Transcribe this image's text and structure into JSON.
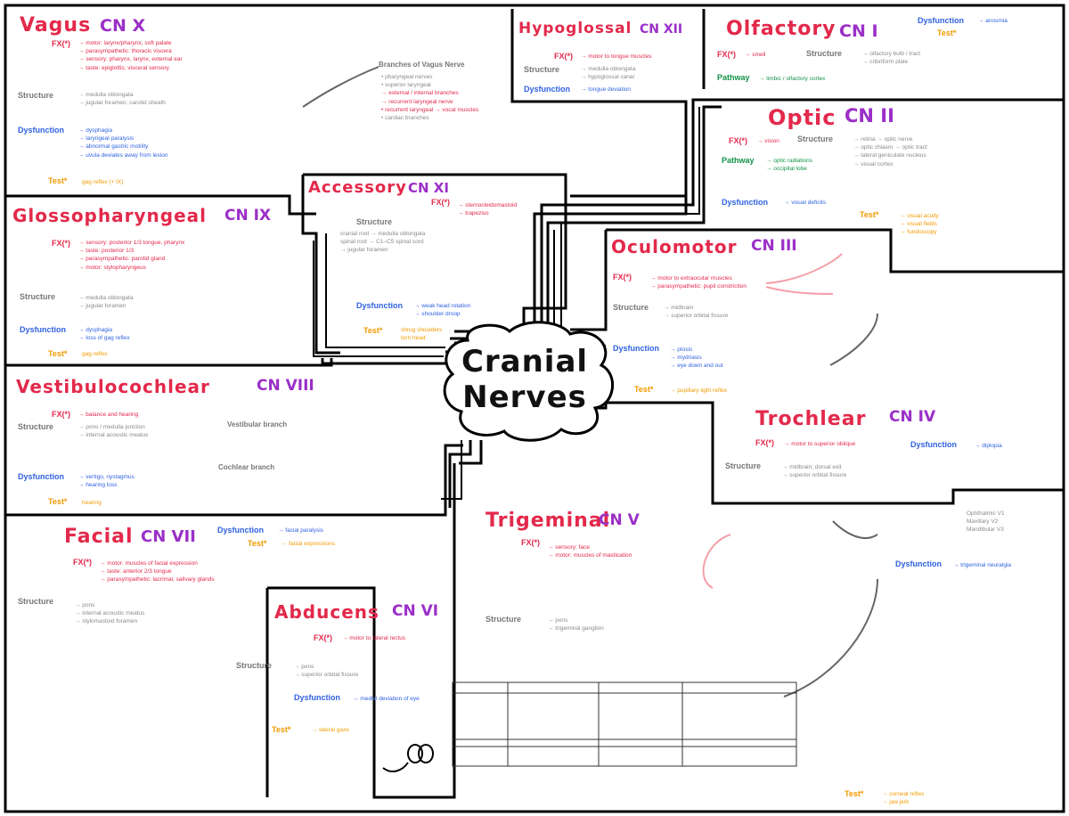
{
  "center": {
    "line1": "Cranial",
    "line2": "Nerves"
  },
  "labels": {
    "fx": "FX(*)",
    "structure": "Structure",
    "dysfunction": "Dysfunction",
    "test": "Test*",
    "pathway": "Pathway"
  },
  "nerves": {
    "vagus": {
      "name": "Vagus",
      "cn": "CN X"
    },
    "hypoglossal": {
      "name": "Hypoglossal",
      "cn": "CN XII"
    },
    "olfactory": {
      "name": "Olfactory",
      "cn": "CN I"
    },
    "optic": {
      "name": "Optic",
      "cn": "CN II"
    },
    "glossopharyngeal": {
      "name": "Glossopharyngeal",
      "cn": "CN IX"
    },
    "accessory": {
      "name": "Accessory",
      "cn": "CN XI"
    },
    "oculomotor": {
      "name": "Oculomotor",
      "cn": "CN III"
    },
    "vestibulocochlear": {
      "name": "Vestibulocochlear",
      "cn": "CN VIII"
    },
    "trochlear": {
      "name": "Trochlear",
      "cn": "CN IV"
    },
    "trigeminal": {
      "name": "Trigeminal",
      "cn": "CN V"
    },
    "facial": {
      "name": "Facial",
      "cn": "CN VII"
    },
    "abducens": {
      "name": "Abducens",
      "cn": "CN VI"
    }
  },
  "notes": {
    "vagus_fx": [
      "→ motor: larynx/pharynx, soft palate",
      "→ parasympathetic: thoracic viscera",
      "→ sensory: pharynx, larynx, external ear",
      "→ taste: epiglottis; visceral sensory"
    ],
    "vagus_struct": [
      "→ medulla oblongata",
      "→ jugular foramen; carotid sheath"
    ],
    "vagus_dys": [
      "→ dysphagia",
      "→ laryngeal paralysis",
      "→ abnormal gastric motility",
      "→ uvula deviates away from lesion"
    ],
    "vagus_test": [
      "gag reflex (+ IX)"
    ],
    "vagus_branches_title": "Branches of Vagus Nerve",
    "vagus_branches": [
      "• pharyngeal nerves",
      "• superior laryngeal",
      "  → external / internal branches",
      "  → recurrent laryngeal nerve",
      "• recurrent laryngeal → vocal muscles",
      "• cardiac branches"
    ],
    "hypo_fx": [
      "→ motor to tongue muscles"
    ],
    "hypo_struct": [
      "→ medulla oblongata",
      "→ hypoglossal canal"
    ],
    "hypo_dys": [
      "→ tongue deviation"
    ],
    "olf_fx": [
      "→ smell"
    ],
    "olf_struct": [
      "→ olfactory bulb / tract",
      "→ cribriform plate"
    ],
    "olf_dys": [
      "→ anosmia"
    ],
    "olf_pathway": [
      "→ limbic / olfactory cortex"
    ],
    "opt_fx": [
      "→ vision"
    ],
    "opt_struct": [
      "→ retina → optic nerve",
      "→ optic chiasm → optic tract",
      "→ lateral geniculate nucleus",
      "→ visual cortex"
    ],
    "opt_pathway": [
      "→ optic radiations",
      "→ occipital lobe"
    ],
    "opt_dys": [
      "→ visual deficits"
    ],
    "opt_test": [
      "→ visual acuity",
      "→ visual fields",
      "→ fundoscopy"
    ],
    "glosso_fx": [
      "→ sensory: posterior 1/3 tongue, pharynx",
      "→ taste: posterior 1/3",
      "→ parasympathetic: parotid gland",
      "→ motor: stylopharyngeus"
    ],
    "glosso_struct": [
      "→ medulla oblongata",
      "→ jugular foramen"
    ],
    "glosso_dys": [
      "→ dysphagia",
      "→ loss of gag reflex"
    ],
    "glosso_test": [
      "gag reflex"
    ],
    "acc_fx": [
      "→ sternocleidomastoid",
      "→ trapezius"
    ],
    "acc_struct": [
      "cranial root → medulla oblongata",
      "spinal root → C1–C5 spinal cord",
      "→ jugular foramen"
    ],
    "acc_dys": [
      "→ weak head rotation",
      "→ shoulder droop"
    ],
    "acc_test": [
      "shrug shoulders",
      "turn head"
    ],
    "ocu_fx": [
      "→ motor to extraocular muscles",
      "→ parasympathetic: pupil constriction"
    ],
    "ocu_struct": [
      "→ midbrain",
      "→ superior orbital fissure"
    ],
    "ocu_dys": [
      "→ ptosis",
      "→ mydriasis",
      "→ eye down and out"
    ],
    "ocu_test": [
      "→ pupillary light reflex"
    ],
    "vest_fx": [
      "→ balance and hearing"
    ],
    "vest_struct": [
      "→ pons / medulla junction",
      "→ internal acoustic meatus"
    ],
    "vest_dys": [
      "→ vertigo, nystagmus",
      "→ hearing loss"
    ],
    "vest_test": [
      "hearing"
    ],
    "vest_vb": "Vestibular branch",
    "vest_cb": "Cochlear branch",
    "troch_fx": [
      "→ motor to superior oblique"
    ],
    "troch_dys": [
      "→ diplopia"
    ],
    "troch_struct": [
      "→ midbrain; dorsal exit",
      "→ superior orbital fissure"
    ],
    "trig_fx": [
      "→ sensory: face",
      "→ motor: muscles of mastication"
    ],
    "trig_struct": [
      "→ pons",
      "→ trigeminal ganglion"
    ],
    "trig_branches": [
      "Ophthalmic V1",
      "Maxillary V2",
      "Mandibular V3"
    ],
    "trig_dys": [
      "→ trigeminal neuralgia"
    ],
    "trig_test": [
      "→ corneal reflex",
      "→ jaw jerk"
    ],
    "fac_fx": [
      "→ motor: muscles of facial expression",
      "→ taste: anterior 2/3 tongue",
      "→ parasympathetic: lacrimal, salivary glands"
    ],
    "fac_struct": [
      "→ pons",
      "→ internal acoustic meatus",
      "→ stylomastoid foramen"
    ],
    "fac_dys": [
      "→ facial paralysis"
    ],
    "fac_test": [
      "→ facial expressions"
    ],
    "abd_fx": [
      "→ motor to lateral rectus"
    ],
    "abd_struct": [
      "→ pons",
      "→ superior orbital fissure"
    ],
    "abd_dys": [
      "→ medial deviation of eye"
    ],
    "abd_test": [
      "→ lateral gaze"
    ]
  }
}
